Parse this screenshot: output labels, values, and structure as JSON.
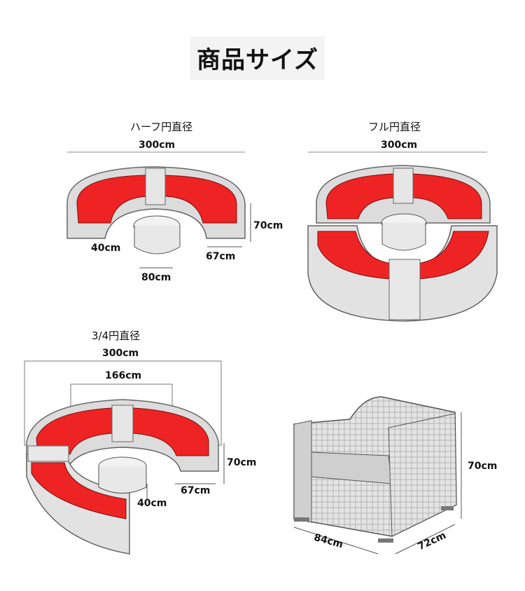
{
  "page_title": "商品サイズ",
  "colors": {
    "cushion": "#ee2424",
    "wicker": "#d8d8d8",
    "wicker_dark": "#8a8a8a",
    "line": "#555555"
  },
  "half_circle": {
    "title": "ハーフ円直径",
    "diameter": "300cm",
    "seat_depth": "40cm",
    "table": "80cm",
    "height": "70cm",
    "section_width": "67cm"
  },
  "full_circle": {
    "title": "フル円直径",
    "diameter": "300cm"
  },
  "three_quarter_circle": {
    "title": "3/4円直径",
    "diameter": "300cm",
    "inner": "166cm",
    "height": "70cm",
    "section_width": "67cm",
    "seat_depth": "40cm"
  },
  "armchair": {
    "height": "70cm",
    "width": "84cm",
    "depth": "72cm"
  }
}
